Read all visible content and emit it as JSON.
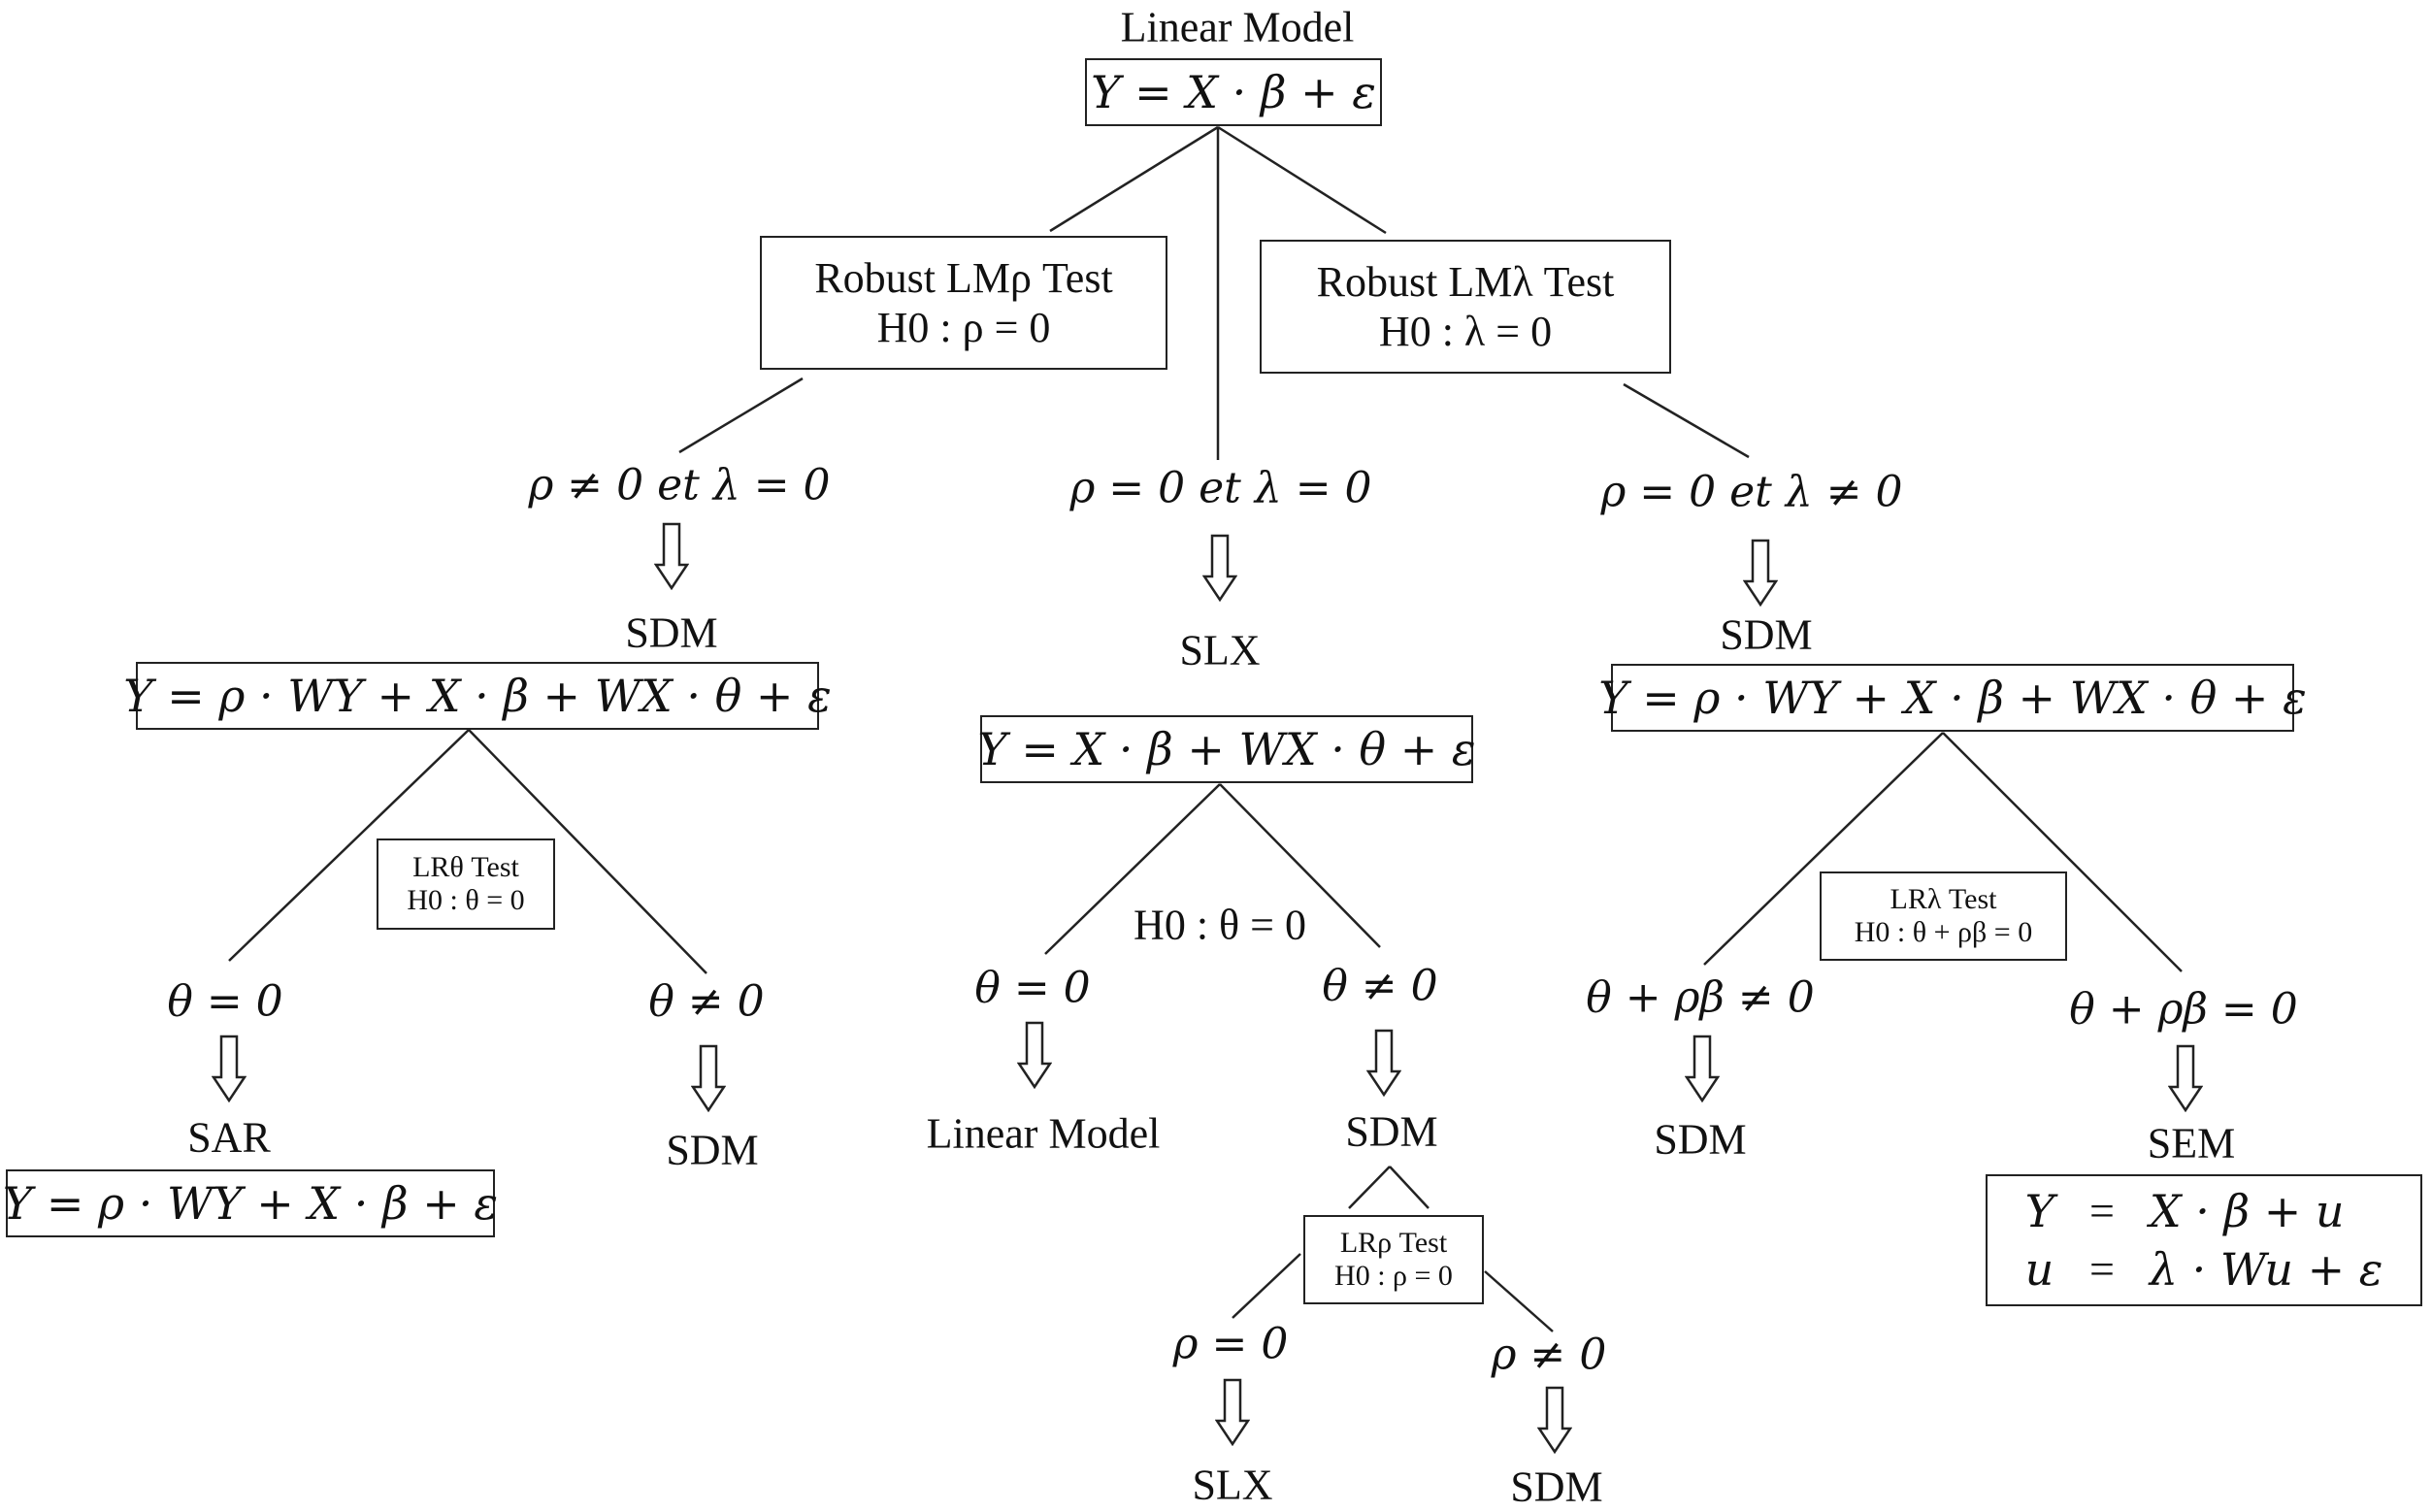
{
  "root": {
    "title": "Linear Model",
    "equation": "Y = X · β + ε"
  },
  "tests": {
    "lm_rho": {
      "line1": "Robust LMρ Test",
      "line2": "H0 : ρ = 0"
    },
    "lm_lambda": {
      "line1": "Robust LMλ Test",
      "line2": "H0 : λ = 0"
    }
  },
  "conditions": {
    "left": "ρ ≠ 0 et λ = 0",
    "center": "ρ = 0 et λ = 0",
    "right": "ρ = 0 et λ ≠ 0"
  },
  "models": {
    "sdm_left": {
      "name": "SDM",
      "equation": "Y = ρ · WY + X · β + WX · θ + ε"
    },
    "slx_center": {
      "name": "SLX",
      "equation": "Y = X · β + WX · θ + ε"
    },
    "sdm_right": {
      "name": "SDM",
      "equation": "Y = ρ · WY + X · β + WX · θ + ε"
    }
  },
  "left_branch": {
    "test": {
      "line1": "LRθ Test",
      "line2": "H0 : θ = 0"
    },
    "cond_a": "θ = 0",
    "cond_b": "θ ≠ 0",
    "result_a": "SAR",
    "result_a_equation": "Y = ρ · WY + X · β + ε",
    "result_b": "SDM"
  },
  "center_branch": {
    "hypothesis": "H0 : θ = 0",
    "cond_a": "θ = 0",
    "cond_b": "θ ≠ 0",
    "result_a": "Linear Model",
    "result_b": "SDM",
    "sub_test": {
      "line1": "LRρ Test",
      "line2": "H0 : ρ = 0"
    },
    "sub_cond_a": "ρ = 0",
    "sub_cond_b": "ρ ≠ 0",
    "sub_result_a": "SLX",
    "sub_result_b": "SDM"
  },
  "right_branch": {
    "test": {
      "line1": "LRλ Test",
      "line2": "H0 : θ + ρβ = 0"
    },
    "cond_a": "θ + ρβ ≠ 0",
    "cond_b": "θ + ρβ = 0",
    "result_a": "SDM",
    "result_b": "SEM",
    "sem_rows": [
      {
        "lhs": "Y",
        "eq": "=",
        "rhs": "X · β + u"
      },
      {
        "lhs": "u",
        "eq": "=",
        "rhs": "λ · Wu + ε"
      }
    ]
  }
}
